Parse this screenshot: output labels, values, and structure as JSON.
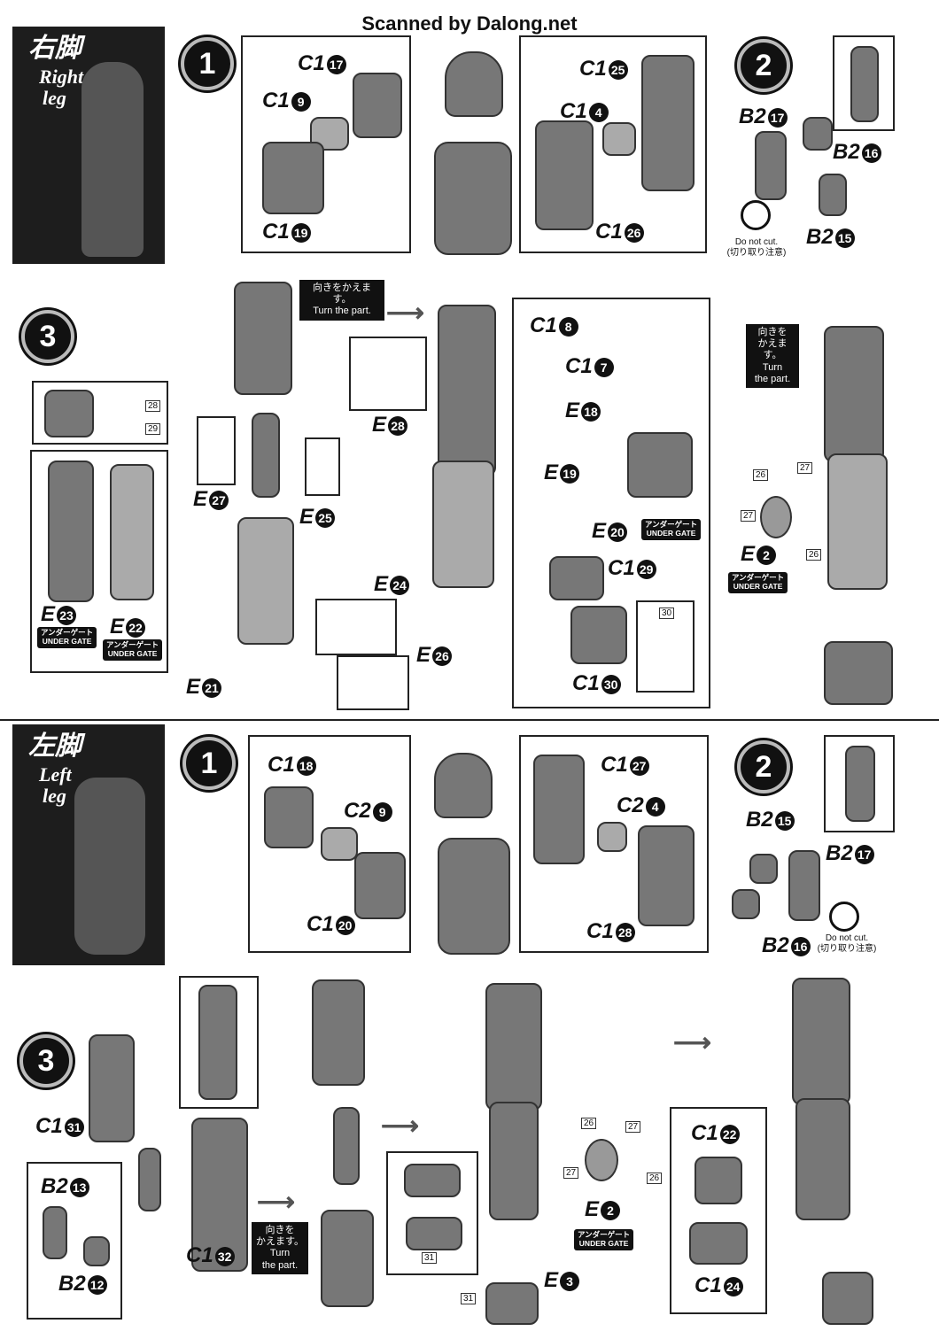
{
  "header": {
    "scanner": "Scanned by Dalong.net"
  },
  "right_leg": {
    "jp": "右脚",
    "en1": "Right",
    "en2": "leg",
    "step1": {
      "num": "1",
      "left": {
        "c17": "C1",
        "c17n": "17",
        "c9": "C1",
        "c9n": "9",
        "c19": "C1",
        "c19n": "19"
      },
      "right": {
        "c25": "C1",
        "c25n": "25",
        "c4": "C1",
        "c4n": "4",
        "c26": "C1",
        "c26n": "26"
      }
    },
    "step2": {
      "num": "2",
      "b17": "B2",
      "b17n": "17",
      "b16": "B2",
      "b16n": "16",
      "b15": "B2",
      "b15n": "15",
      "donot1": "Do not cut.",
      "donot2": "(切り取り注意)"
    },
    "step3": {
      "num": "3",
      "turn1a": "向きをかえます。",
      "turn1b": "Turn the part.",
      "turn2a": "向きを",
      "turn2b": "かえます。",
      "turn2c": "Turn",
      "turn2d": "the part.",
      "e28": "E",
      "e28n": "28",
      "e27": "E",
      "e27n": "27",
      "e25": "E",
      "e25n": "25",
      "e24": "E",
      "e24n": "24",
      "e26": "E",
      "e26n": "26",
      "e21": "E",
      "e21n": "21",
      "e23": "E",
      "e23n": "23",
      "e22": "E",
      "e22n": "22",
      "c18": "C1",
      "c18n": "8",
      "c17": "C1",
      "c17n": "7",
      "e18": "E",
      "e18n": "18",
      "e19": "E",
      "e19n": "19",
      "e20": "E",
      "e20n": "20",
      "c29": "C1",
      "c29n": "29",
      "c30": "C1",
      "c30n": "30",
      "e2": "E",
      "e2n": "2",
      "gate_jp": "アンダーゲート",
      "gate_en": "UNDER GATE",
      "n28": "28",
      "n29": "29",
      "n30": "30",
      "n26": "26",
      "n27": "27"
    }
  },
  "left_leg": {
    "jp": "左脚",
    "en1": "Left",
    "en2": "leg",
    "step1": {
      "num": "1",
      "left": {
        "c18": "C1",
        "c18n": "18",
        "c29": "C2",
        "c29n": "9",
        "c20": "C1",
        "c20n": "20"
      },
      "right": {
        "c27": "C1",
        "c27n": "27",
        "c24": "C2",
        "c24n": "4",
        "c28": "C1",
        "c28n": "28"
      }
    },
    "step2": {
      "num": "2",
      "b15": "B2",
      "b15n": "15",
      "b17": "B2",
      "b17n": "17",
      "b16": "B2",
      "b16n": "16",
      "donot1": "Do not cut.",
      "donot2": "(切り取り注意)"
    },
    "step3": {
      "num": "3",
      "c31": "C1",
      "c31n": "31",
      "b13": "B2",
      "b13n": "13",
      "b12": "B2",
      "b12n": "12",
      "c32": "C1",
      "c32n": "32",
      "turn_a": "向きを",
      "turn_b": "かえます。",
      "turn_c": "Turn",
      "turn_d": "the part.",
      "e3": "E",
      "e3n": "3",
      "e2": "E",
      "e2n": "2",
      "c22": "C1",
      "c22n": "22",
      "c24": "C1",
      "c24n": "24",
      "gate_jp": "アンダーゲート",
      "gate_en": "UNDER GATE",
      "n26": "26",
      "n27": "27",
      "n31": "31"
    }
  }
}
